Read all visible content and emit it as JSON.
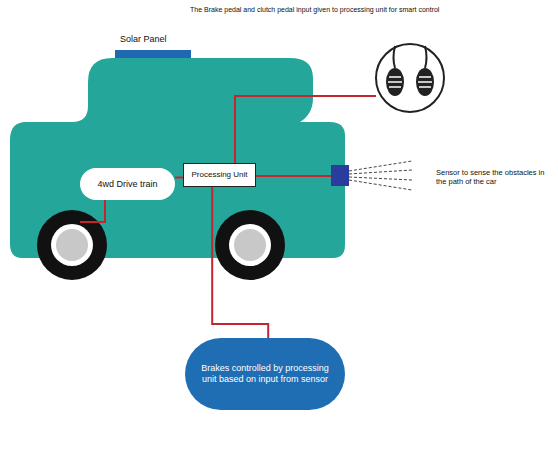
{
  "diagram": {
    "nodes": [
      {
        "text": [
          "4wd Drive train"
        ]
      },
      {
        "text": [
          "Processing Unit"
        ]
      },
      {
        "text": [
          "Brakes controlled by processing unit based on input from sensor"
        ]
      }
    ],
    "edges": [
      {
        "from": 0,
        "to": 1,
        "arrow": "none"
      },
      {
        "from": 1,
        "to": 2,
        "arrow": "none"
      }
    ],
    "labels": [
      "The Brake pedal and clutch pedal input given to processing unit for smart control",
      "Solar Panel",
      "Sensor to sense the obstacles in the path of the car"
    ]
  }
}
